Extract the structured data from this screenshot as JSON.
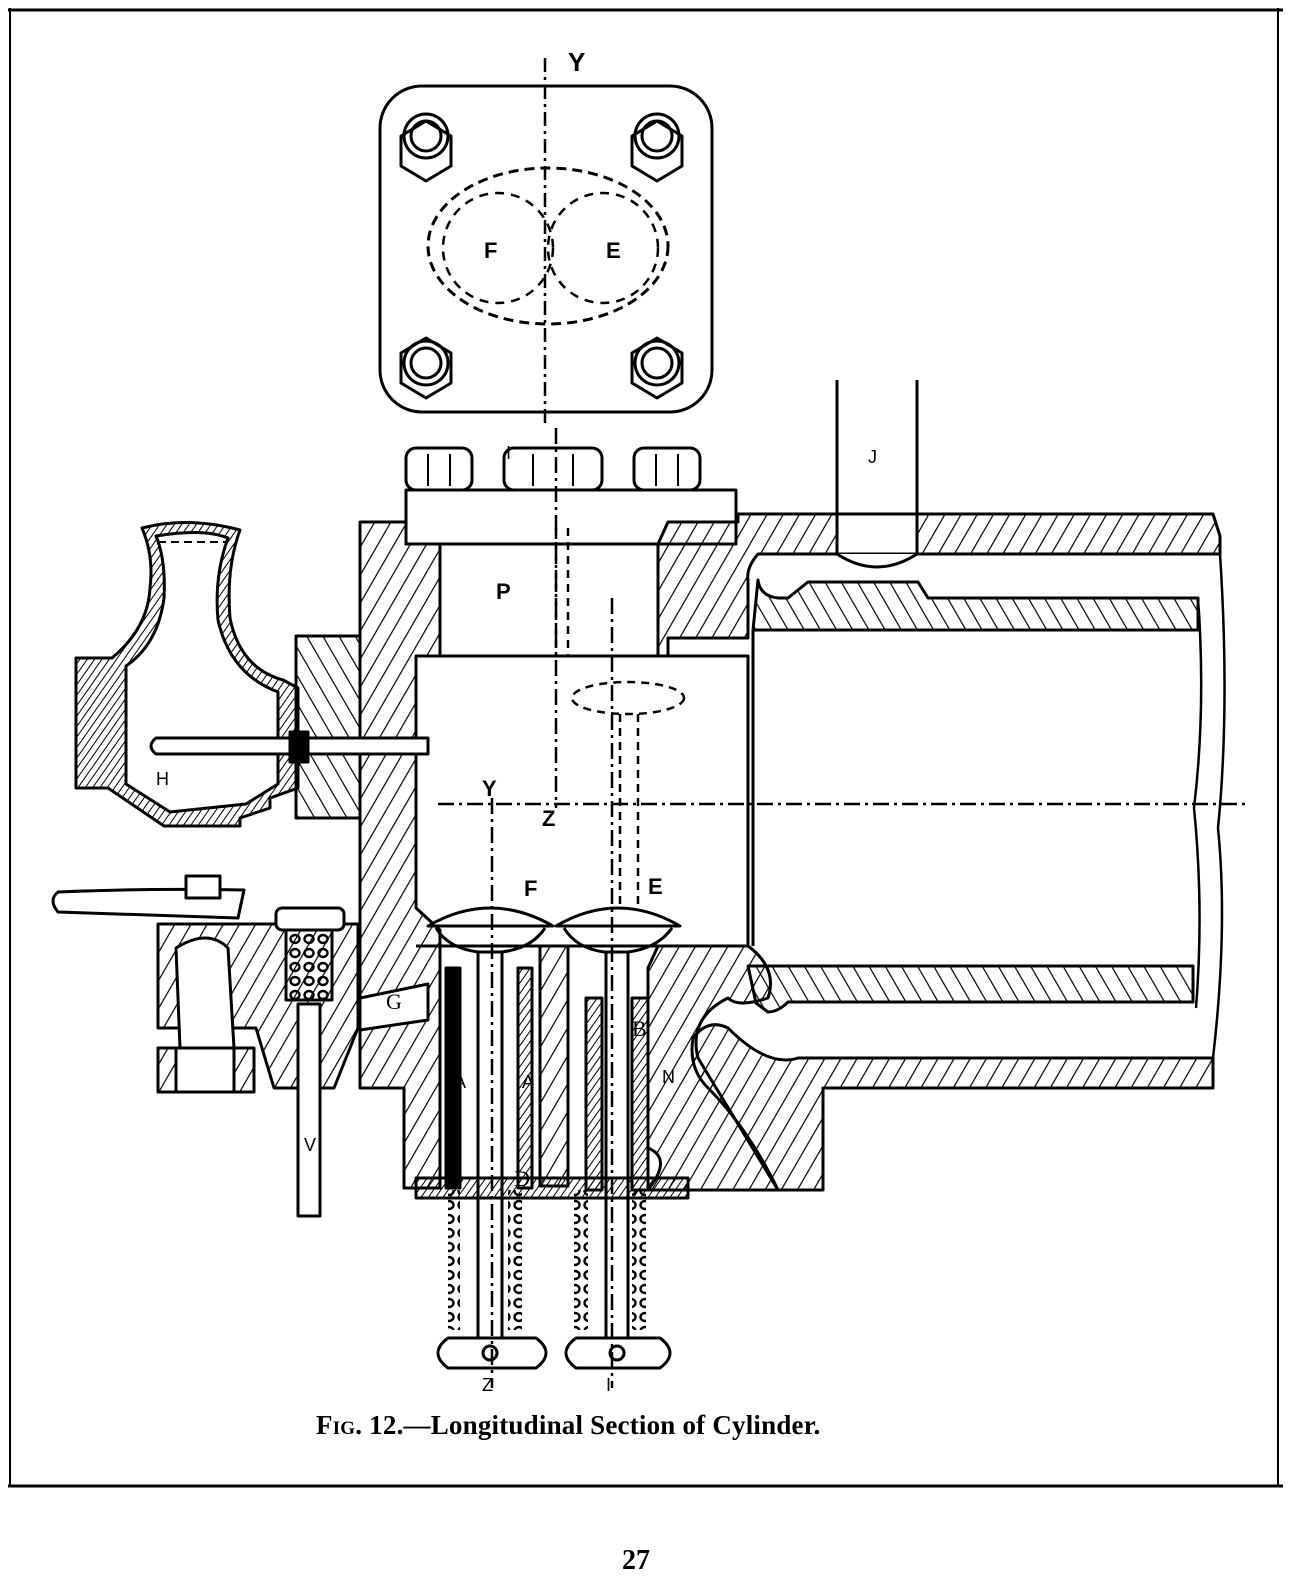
{
  "figure": {
    "number_label": "Fig. 12.",
    "title": "—Longitudinal Section of Cylinder.",
    "subject": "Longitudinal Section of Cylinder"
  },
  "labels": {
    "axis_y_top": "Y",
    "axis_y_mid": "Y",
    "axis_z_mid": "Z",
    "axis_z_bottom": "Z",
    "axis_i_bottom": "I",
    "flange_port_f": "F",
    "flange_port_e": "E",
    "valve_f": "F",
    "valve_e": "E",
    "plug_p": "P",
    "bolt_i": "I",
    "pipe_j": "J",
    "chamber_h": "H",
    "passage_g": "G",
    "rod_v": "V",
    "guide_a_left": "A",
    "guide_a_right": "A",
    "guide_b": "B",
    "port_n": "N",
    "packing_d": "D"
  },
  "page": {
    "number": "27"
  },
  "colors": {
    "ink": "#000000",
    "paper": "#ffffff"
  }
}
